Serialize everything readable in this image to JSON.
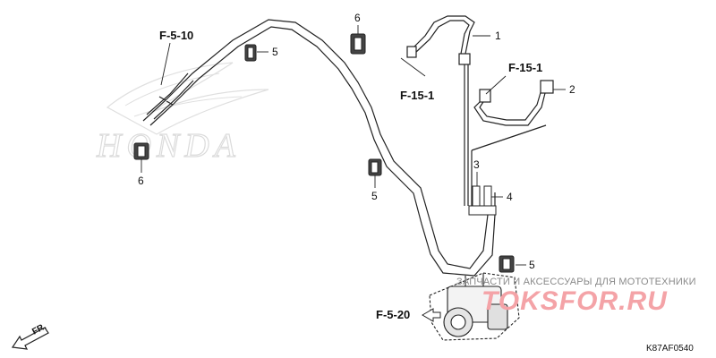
{
  "diagram": {
    "refs": {
      "f510": "F-5-10",
      "f151_top": "F-15-1",
      "f151_left": "F-15-1",
      "f520": "F-5-20"
    },
    "parts": {
      "p1": "1",
      "p2": "2",
      "p3": "3",
      "p4": "4",
      "p5a": "5",
      "p5b": "5",
      "p5c": "5",
      "p6a": "6",
      "p6b": "6"
    },
    "brand_logo": "HONDA",
    "direction_label": "FR.",
    "diagram_code": "K87AF0540",
    "watermark": {
      "caption": "ЗАПЧАСТИ И АКСЕССУАРЫ ДЛЯ МОТОТЕХНИКИ",
      "logo": "TOKSFOR.RU"
    },
    "colors": {
      "line": "#222222",
      "watermark_logo": "#f4a3a7",
      "watermark_text": "#8a8a8a"
    }
  }
}
